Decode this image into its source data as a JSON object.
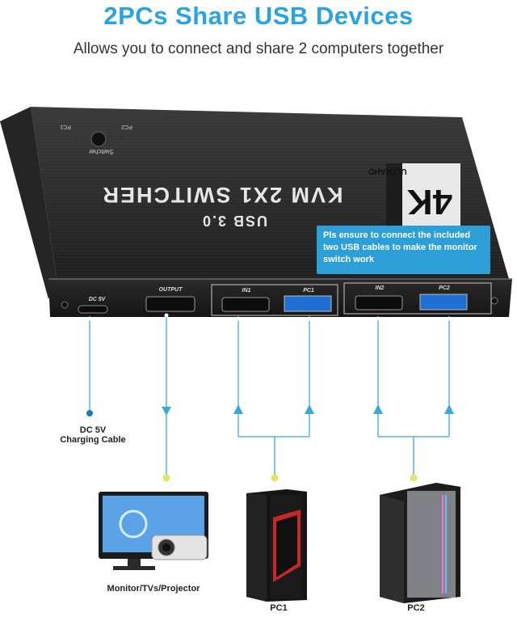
{
  "header": {
    "title": "2PCs Share USB Devices",
    "subtitle": "Allows you to connect and share 2 computers together"
  },
  "device": {
    "brand": "ULTRAHD",
    "brand_badge": "4K",
    "model": "KVM 2X1 SWITCHER",
    "usb_label": "USB 3.0",
    "button_label": "Switcher",
    "led_pc1": "PC1",
    "led_pc2": "PC2",
    "ports": {
      "dc": "DC 5V",
      "output": "OUTPUT",
      "in1": "IN1",
      "pc1": "PC1",
      "in2": "IN2",
      "pc2": "PC2"
    }
  },
  "callout": {
    "text": "Pls ensure to connect the included two USB cables to make the monitor switch work"
  },
  "connections": {
    "dc_label_line1": "DC 5V",
    "dc_label_line2": "Charging Cable",
    "monitor_label": "Monitor/TVs/Projector",
    "pc1_label": "PC1",
    "pc2_label": "PC2"
  },
  "colors": {
    "accent": "#2aa3de",
    "line": "#39a9d8",
    "dot": "#e4e26a",
    "device_body": "#2b2b2b"
  }
}
